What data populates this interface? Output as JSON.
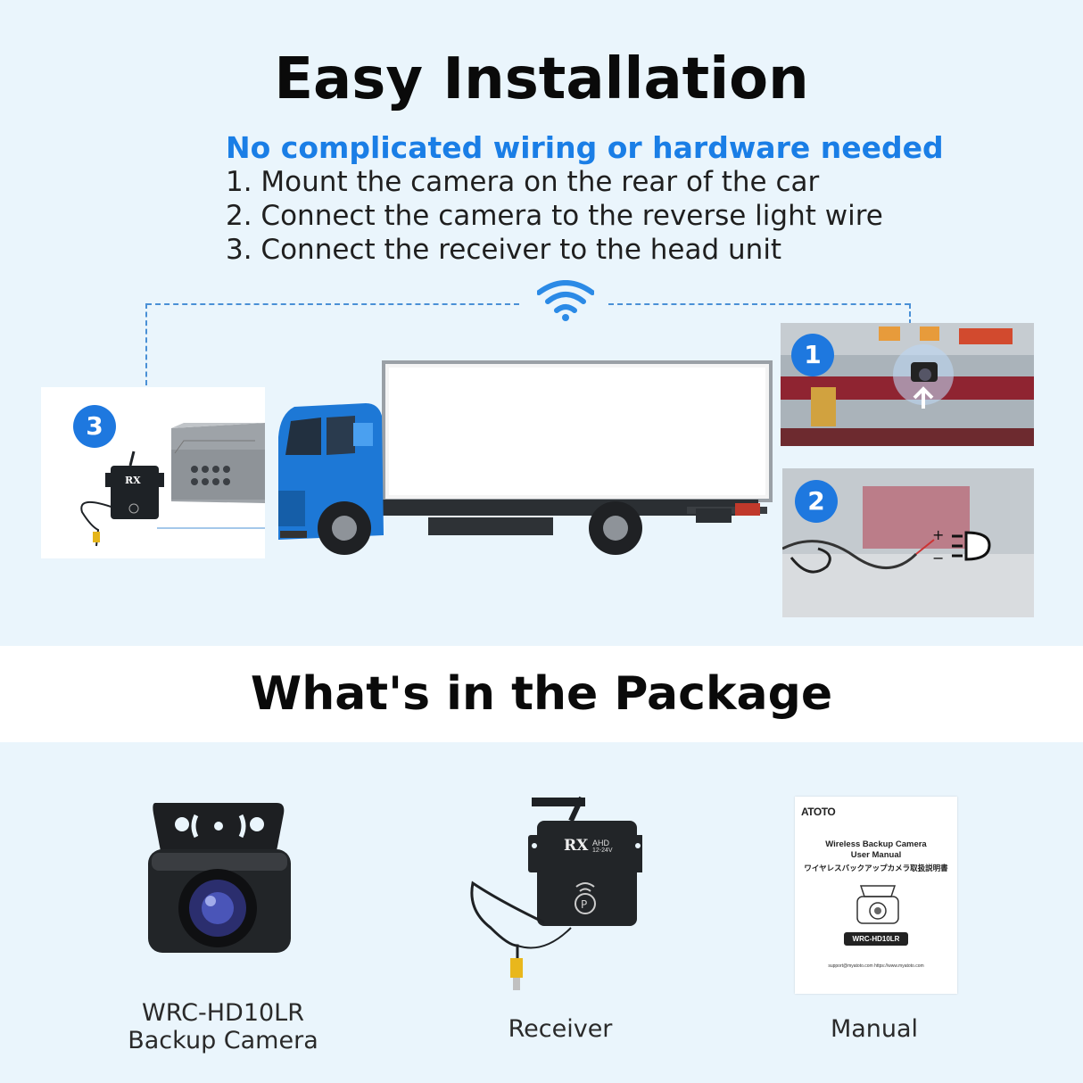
{
  "installation": {
    "title": "Easy Installation",
    "subtitle": "No complicated wiring or hardware needed",
    "steps": [
      "1. Mount the camera on the rear of the car",
      "2. Connect the camera to the reverse light wire",
      "3. Connect the receiver to the head unit"
    ],
    "badges": [
      "1",
      "2",
      "3"
    ],
    "receiver_label": "RX"
  },
  "package": {
    "title": "What's in the Package",
    "items": [
      {
        "caption_line1": "WRC-HD10LR",
        "caption_line2": "Backup Camera",
        "icon": "backup-camera"
      },
      {
        "caption_line1": "Receiver",
        "icon": "receiver-box"
      },
      {
        "caption_line1": "Manual",
        "icon": "manual-booklet"
      }
    ],
    "receiver_brand": "RX",
    "receiver_sub1": "AHD",
    "receiver_sub2": "12-24V",
    "manual": {
      "brand": "ATOTO",
      "line1": "Wireless Backup Camera",
      "line2": "User Manual",
      "line3": "ワイヤレスバックアップカメラ取扱説明書",
      "model": "WRC-HD10LR",
      "support": "support@myatoto.com   https://www.myatoto.com"
    }
  },
  "colors": {
    "accent": "#1a7ee6",
    "badge": "#1e78df",
    "background": "#eaf5fc",
    "truck_cab": "#1d78d6"
  }
}
